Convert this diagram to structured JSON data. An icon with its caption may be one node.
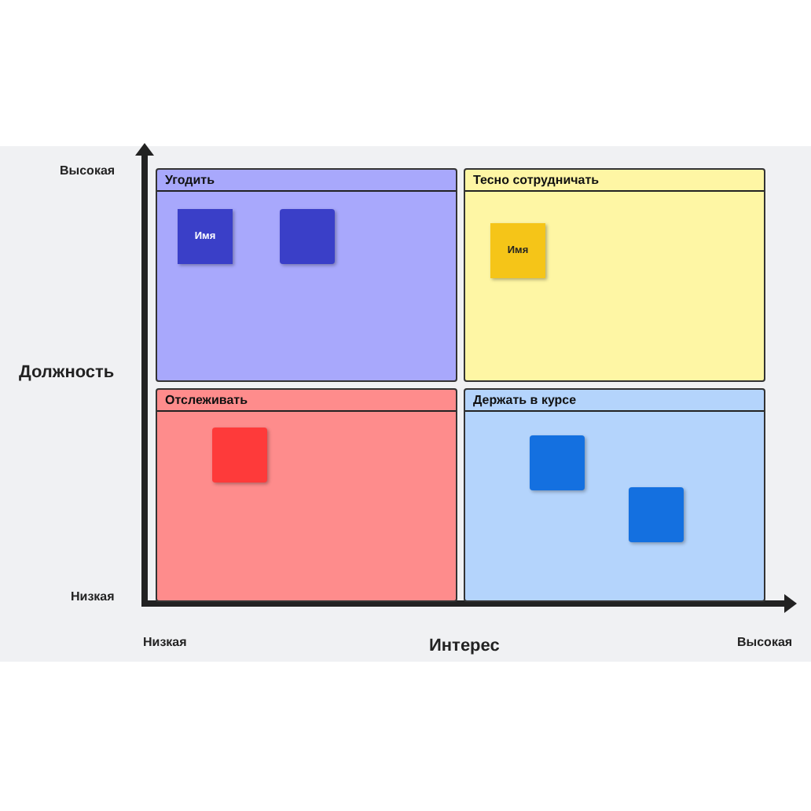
{
  "diagram": {
    "nodes": [
      {
        "text": [
          "Угодить"
        ]
      },
      {
        "text": [
          "Имя"
        ],
        "in": 0
      },
      {
        "text": [],
        "shape": "box",
        "in": 0
      },
      {
        "text": [
          "Тесно сотрудничать"
        ]
      },
      {
        "text": [
          "Имя"
        ],
        "in": 3
      },
      {
        "text": [
          "Отслеживать"
        ]
      },
      {
        "text": [],
        "shape": "box",
        "in": 5
      },
      {
        "text": [
          "Держать в курсе"
        ]
      },
      {
        "text": [],
        "shape": "box",
        "in": 7
      },
      {
        "text": [],
        "shape": "box",
        "in": 7
      }
    ],
    "edges": [],
    "labels": [
      "Высокая",
      "Должность",
      "Низкая",
      "Низкая",
      "Интерес",
      "Высокая"
    ]
  }
}
